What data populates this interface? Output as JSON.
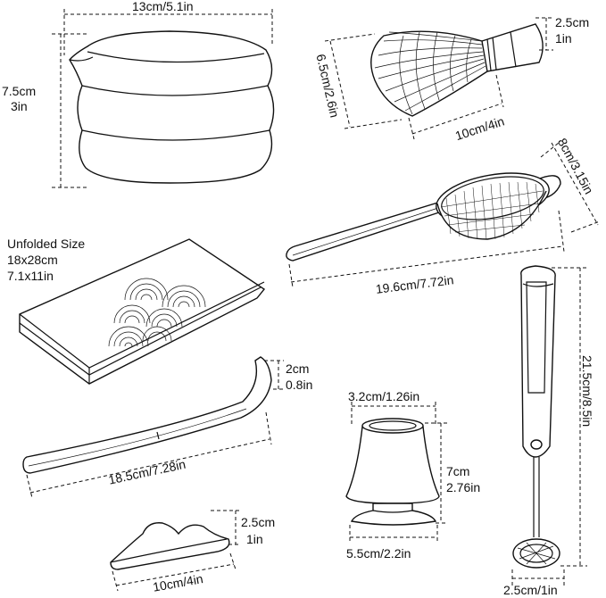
{
  "bowl": {
    "width_label": "13cm/5.1in",
    "height_cm": "7.5cm",
    "height_in": "3in"
  },
  "whisk": {
    "diameter_cm": "2.5cm",
    "diameter_in": "1in",
    "height_label": "6.5cm/2.6in",
    "length_label": "10cm/4in"
  },
  "sieve": {
    "diameter_label": "8cm/3.15in",
    "length_label": "19.6cm/7.72in"
  },
  "cloth": {
    "title": "Unfolded Size",
    "size_cm": "18x28cm",
    "size_in": "7.1x11in"
  },
  "scoop": {
    "height_cm": "2cm",
    "height_in": "0.8in",
    "length_label": "18.5cm/7.28in"
  },
  "holder": {
    "top_label": "3.2cm/1.26in",
    "height_cm": "7cm",
    "height_in": "2.76in",
    "base_label": "5.5cm/2.2in"
  },
  "frother": {
    "length_label": "21.5cm/8.5in",
    "head_label": "2.5cm/1in"
  },
  "rest": {
    "height_cm": "2.5cm",
    "height_in": "1in",
    "length_label": "10cm/4in"
  }
}
